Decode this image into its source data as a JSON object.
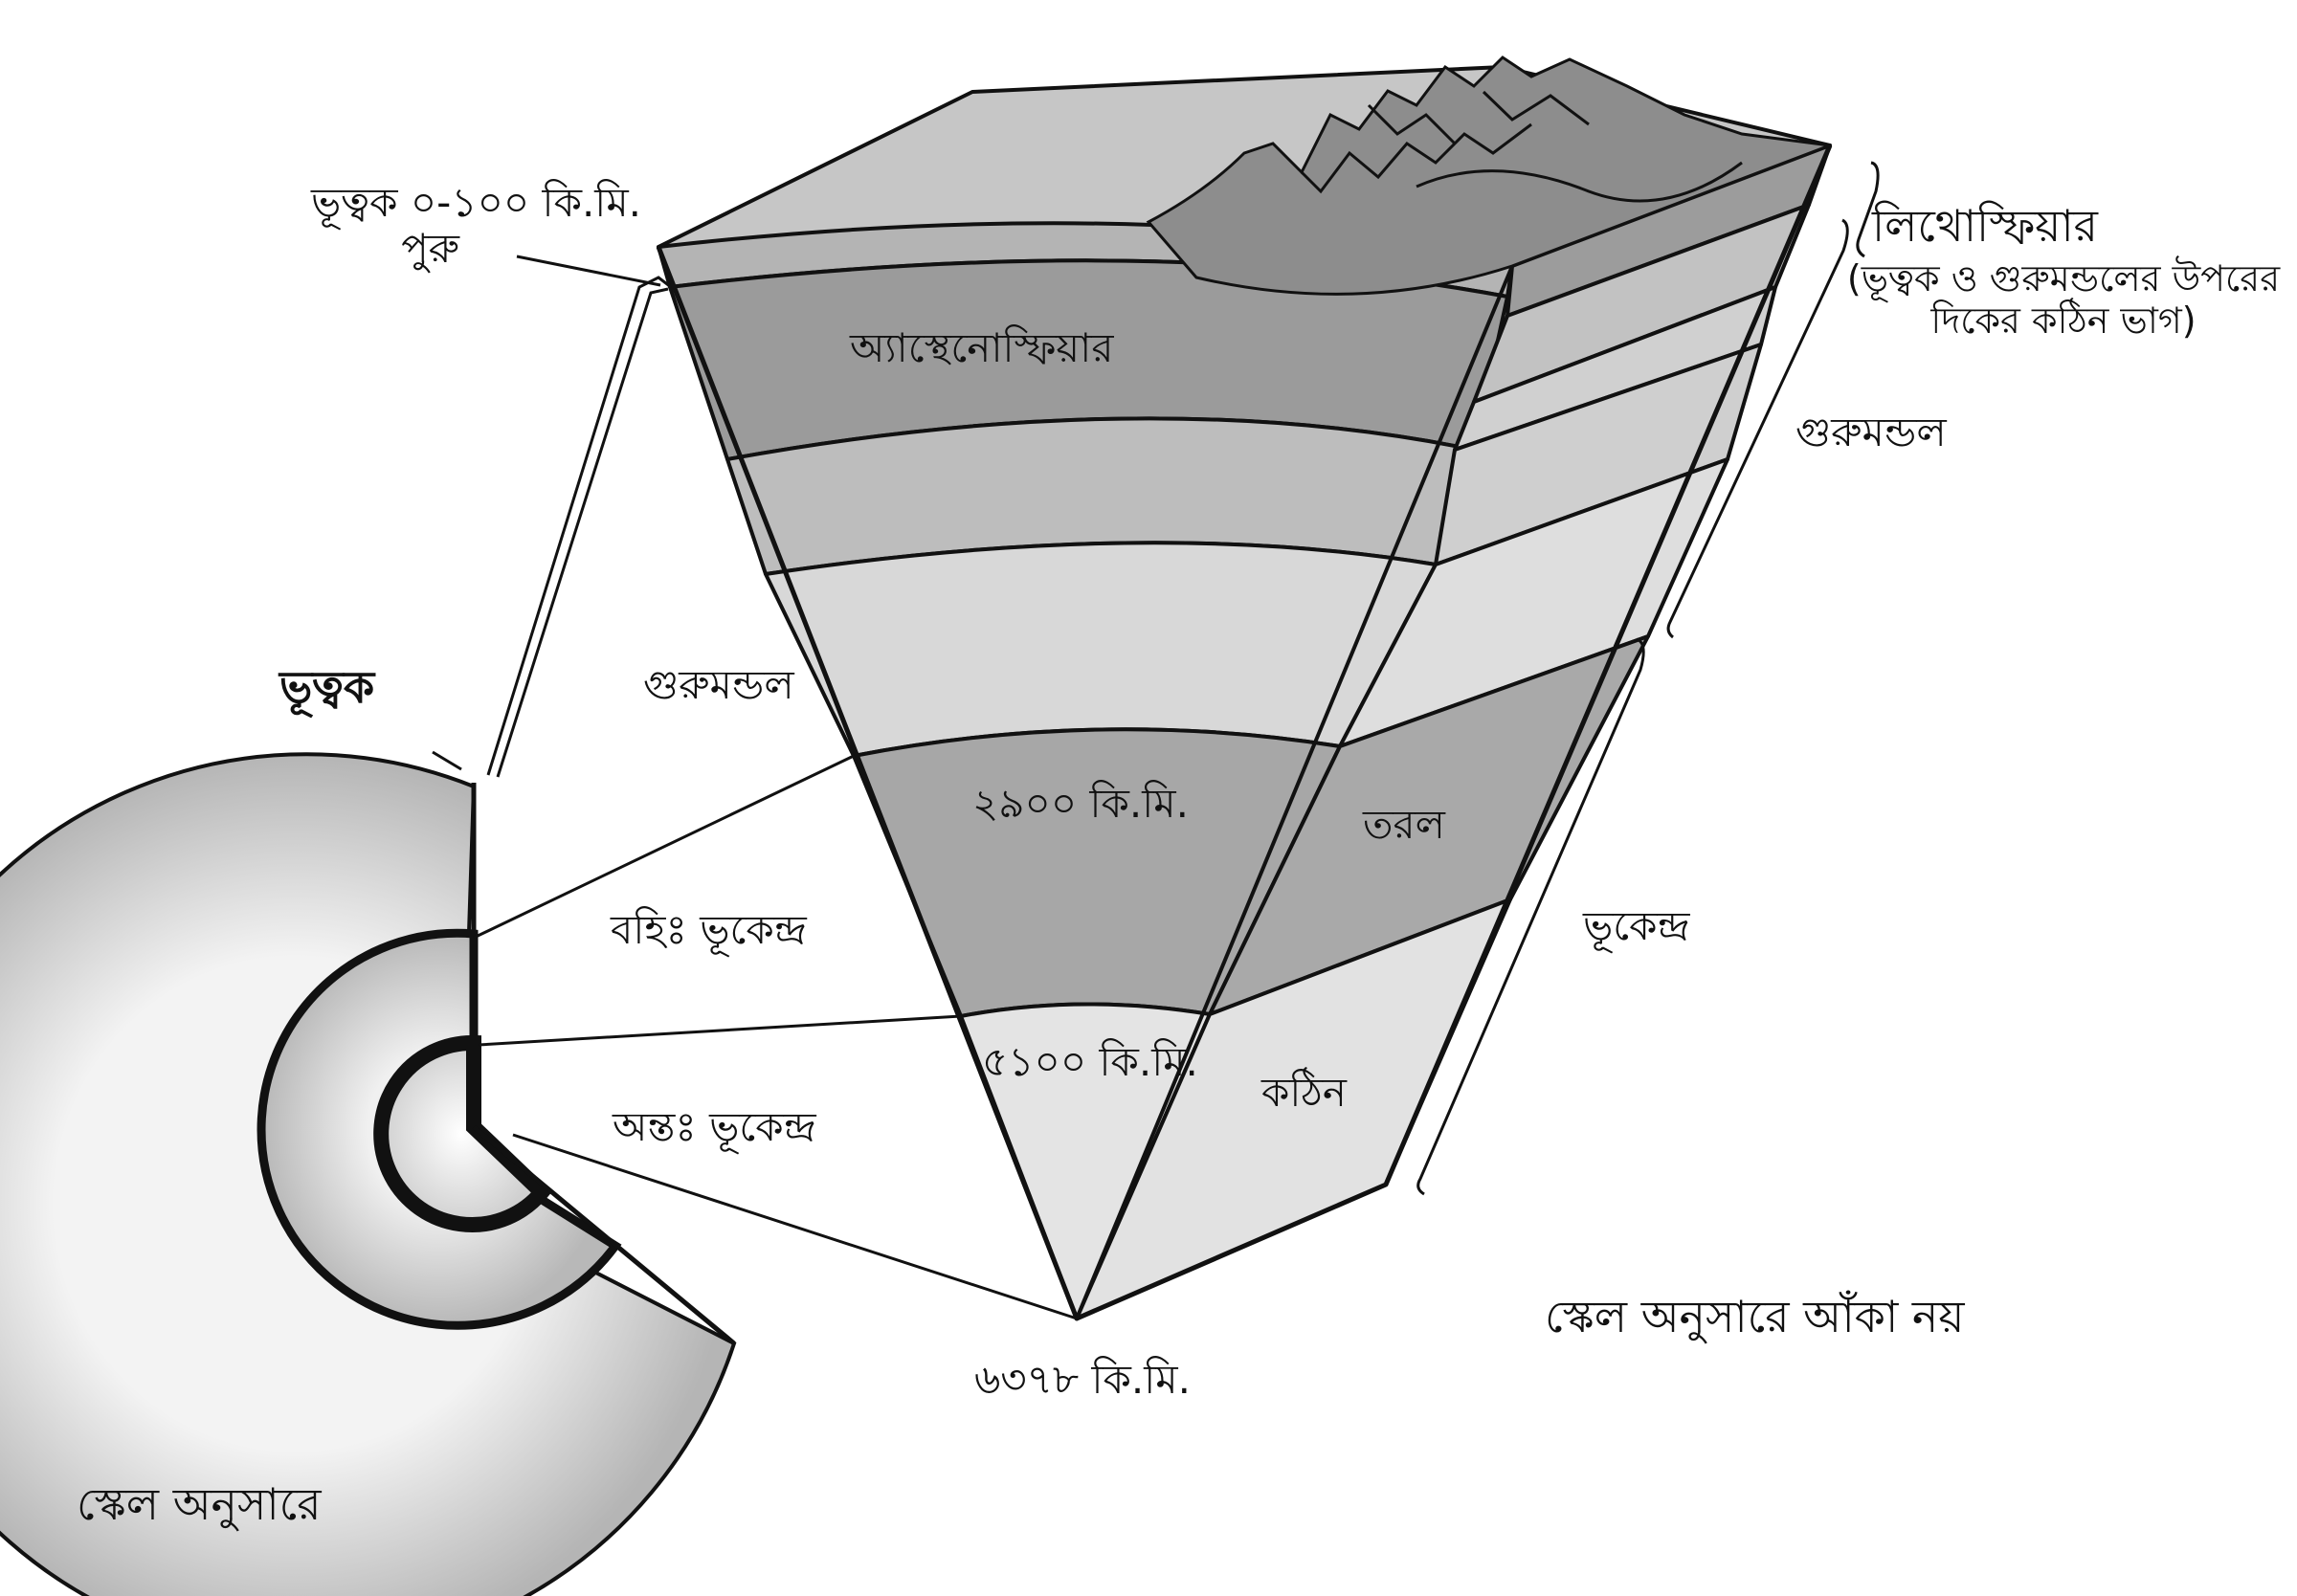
{
  "labels": {
    "crust_thickness_line1": "ভূত্বক ০-১০০ কি.মি.",
    "crust_thickness_line2": "পুরু",
    "asthenosphere": "অ্যাস্থেনোস্ফিয়ার",
    "lithosphere_title": "লিথোস্ফিয়ার",
    "lithosphere_desc_line1": "(ভূত্বক ও গুরুমন্ডলের উপরের",
    "lithosphere_desc_line2": "দিকের কঠিন ভাগ)",
    "mantle_right": "গুরুমন্ডল",
    "crust_left": "ভূত্বক",
    "mantle_center": "গুরুমন্ডল",
    "depth_2900": "২৯০০ কি.মি.",
    "liquid": "তরল",
    "outer_core": "বহিঃ ভূকেন্দ্র",
    "core_right": "ভূকেন্দ্র",
    "depth_5100": "৫১০০ কি.মি.",
    "solid": "কঠিন",
    "inner_core": "অন্তঃ ভূকেন্দ্র",
    "depth_6378": "৬৩৭৮ কি.মি.",
    "not_to_scale": "স্কেল অনুসারে আঁকা নয়",
    "to_scale": "স্কেল অনুসারে"
  },
  "colors": {
    "outline": "#111111",
    "crust_top": "#c8c8c8",
    "upper_layer": "#a9a9a9",
    "asthenosphere": "#9a9a9a",
    "mantle_upper": "#bdbdbd",
    "mantle_lower": "#d6d6d6",
    "outer_core": "#a3a3a3",
    "inner_core": "#e6e6e6",
    "mountain": "#8a8a8a"
  }
}
